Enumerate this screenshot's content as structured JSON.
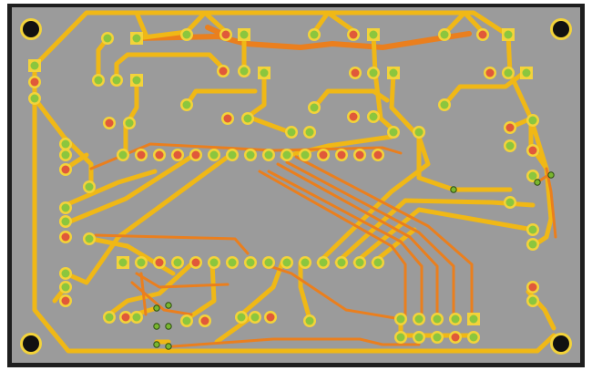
{
  "board": {
    "colors": {
      "background": "#ffffff",
      "outline": "#1e1e1e",
      "substrate": "#9b9b9b",
      "top_trace": "#f0b816",
      "bottom_trace": "#ea7f1e",
      "pad_ring": "#f3d33a",
      "pad_green": "#8bc63e",
      "pad_red": "#e0593a",
      "via": "#79b62f",
      "mount_hole_ring": "#f3d33a",
      "mount_hole": "#111111"
    },
    "mounting_holes": [
      "mount-hole-top-left",
      "mount-hole-top-right",
      "mount-hole-bottom-left",
      "mount-hole-bottom-right"
    ],
    "components": [
      "ic-40-pin-dip",
      "pin-header-top-1",
      "pin-header-top-2",
      "pin-header-top-3",
      "pin-header-right",
      "connector-bottom-right",
      "trimmer-left",
      "trimmer-bottom-left"
    ]
  }
}
